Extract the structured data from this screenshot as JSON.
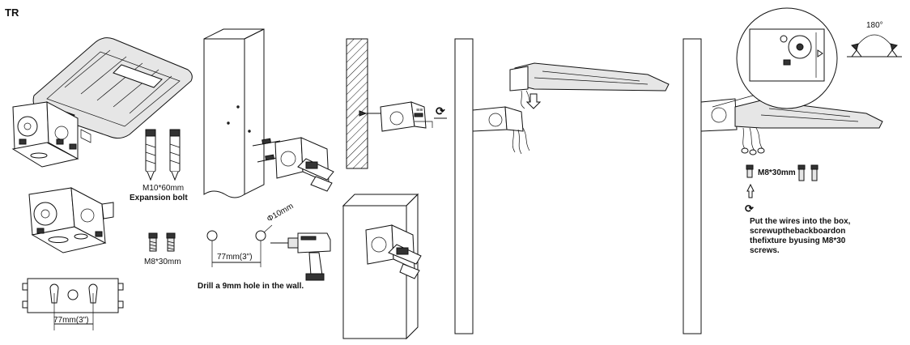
{
  "page": {
    "corner_label": "TR"
  },
  "labels": {
    "expansion_bolt_size": "M10*60mm",
    "expansion_bolt_name": "Expansion bolt",
    "screw_size_left": "M8*30mm",
    "slot_spacing_bracket": "77mm(3\")",
    "hole_spacing_wall": "77mm(3\")",
    "drill_bit": "Φ10mm",
    "drill_instruction": "Drill a 9mm hole in the wall.",
    "tighten_symbol": "⟳",
    "rotation_angle": "180°",
    "screw_size_right": "M8*30mm",
    "final_instruction": [
      "Put the wires into the box,",
      "screwupthebackboardon",
      "thefixture byusing M8*30",
      "screws."
    ]
  },
  "colors": {
    "line": "#111111",
    "background": "#ffffff",
    "shade": "#e6e6e6"
  },
  "icons": [
    "rotate-arrow-icon",
    "up-arrow-icon",
    "down-arrow-icon"
  ]
}
